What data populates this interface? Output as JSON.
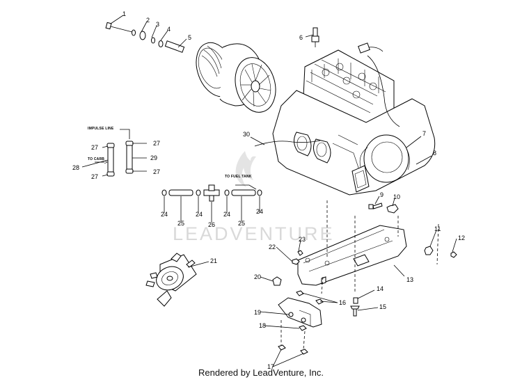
{
  "diagram": {
    "callouts": [
      "1",
      "2",
      "3",
      "4",
      "5",
      "6",
      "7",
      "8",
      "9",
      "10",
      "11",
      "12",
      "13",
      "14",
      "15",
      "16",
      "17",
      "18",
      "19",
      "20",
      "21",
      "22",
      "23",
      "24",
      "25",
      "26",
      "27",
      "28",
      "29",
      "30"
    ],
    "notes": {
      "impulse_line": "IMPULSE LINE",
      "to_carb": "TO CARB",
      "to_fuel_tank": "TO FUEL TANK"
    },
    "watermark": "LEADVENTURE"
  },
  "footer": {
    "text": "Rendered by LeadVenture, Inc."
  }
}
